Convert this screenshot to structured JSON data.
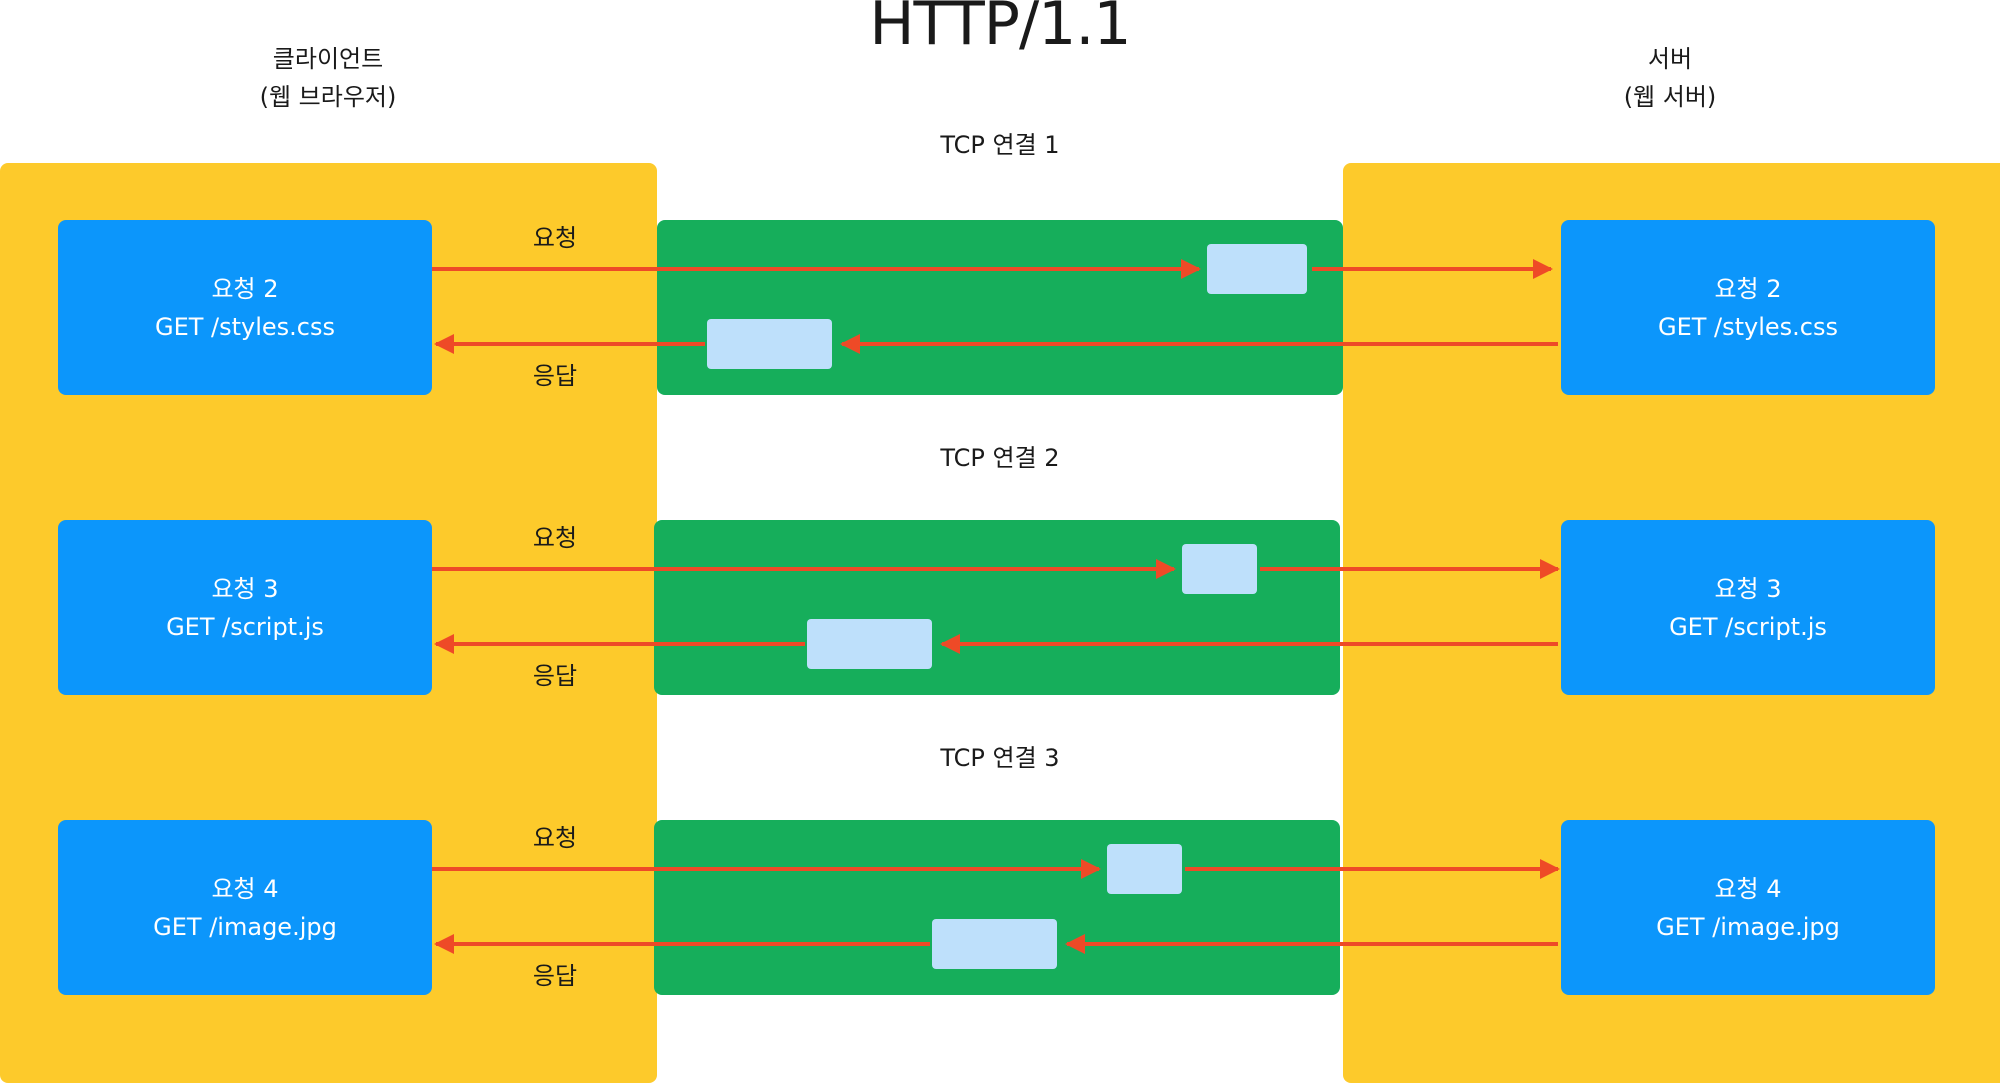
{
  "title": "HTTP/1.1",
  "client": {
    "line1": "클라이언트",
    "line2": "(웹 브라우저)"
  },
  "server": {
    "line1": "서버",
    "line2": "(웹 서버)"
  },
  "arrow_labels": {
    "request": "요청",
    "response": "응답"
  },
  "connections": [
    {
      "label": "TCP 연결 1",
      "request_title": "요청 2",
      "request_path": "GET /styles.css"
    },
    {
      "label": "TCP 연결 2",
      "request_title": "요청 3",
      "request_path": "GET /script.js"
    },
    {
      "label": "TCP 연결 3",
      "request_title": "요청 4",
      "request_path": "GET /image.jpg"
    }
  ],
  "colors": {
    "panel": "#fdca2b",
    "connection": "#16ae5b",
    "request_box": "#0c96fb",
    "packet": "#bee0fb",
    "arrow": "#ee4a27"
  }
}
